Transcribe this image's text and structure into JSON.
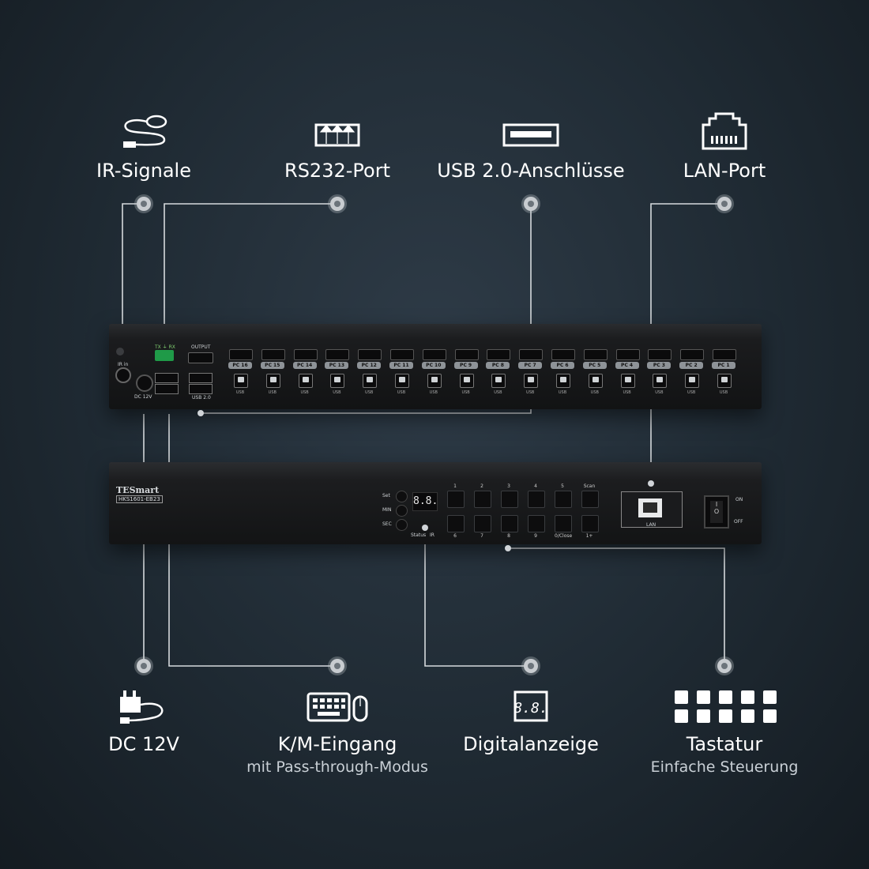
{
  "callouts_top": [
    {
      "label": "IR-Signale",
      "icon": "ir-receiver-icon"
    },
    {
      "label": "RS232-Port",
      "icon": "rs232-terminal-icon"
    },
    {
      "label": "USB 2.0-Anschlüsse",
      "icon": "usb-port-icon"
    },
    {
      "label": "LAN-Port",
      "icon": "ethernet-port-icon"
    }
  ],
  "callouts_bottom": [
    {
      "label": "DC 12V",
      "sublabel": "",
      "icon": "power-adapter-icon"
    },
    {
      "label": "K/M-Eingang",
      "sublabel": "mit Pass-through-Modus",
      "icon": "keyboard-mouse-icon"
    },
    {
      "label": "Digitalanzeige",
      "sublabel": "",
      "icon": "digital-display-icon"
    },
    {
      "label": "Tastatur",
      "sublabel": "Einfache Steuerung",
      "icon": "keypad-icon"
    }
  ],
  "rear_panel": {
    "ir_in": "IR in",
    "dc": "DC 12V",
    "rs232": "TX ⏚ RX",
    "output": "OUTPUT",
    "usb20": "USB 2.0",
    "usb_port_label": "USB",
    "pc_ports": [
      "PC 16",
      "PC 15",
      "PC 14",
      "PC 13",
      "PC 12",
      "PC 11",
      "PC 10",
      "PC 9",
      "PC 8",
      "PC 7",
      "PC 6",
      "PC 5",
      "PC 4",
      "PC 3",
      "PC 2",
      "PC 1"
    ]
  },
  "front_panel": {
    "brand": "TESmart",
    "model": "HKS1601-EB23",
    "side_buttons": [
      "Set",
      "MIN",
      "SEC"
    ],
    "display": "8.8.",
    "status": "Status",
    "ir": "IR",
    "top_row": [
      "1",
      "2",
      "3",
      "4",
      "5",
      "Scan"
    ],
    "bottom_row": [
      "6",
      "7",
      "8",
      "9",
      "0/Close",
      "1+"
    ],
    "lan": "LAN",
    "switch_on": "ON",
    "switch_off": "OFF"
  },
  "colors": {
    "background": "#1f2a33",
    "line": "#d6dadd",
    "text": "#ffffff",
    "subtext": "#c9d0d6"
  }
}
